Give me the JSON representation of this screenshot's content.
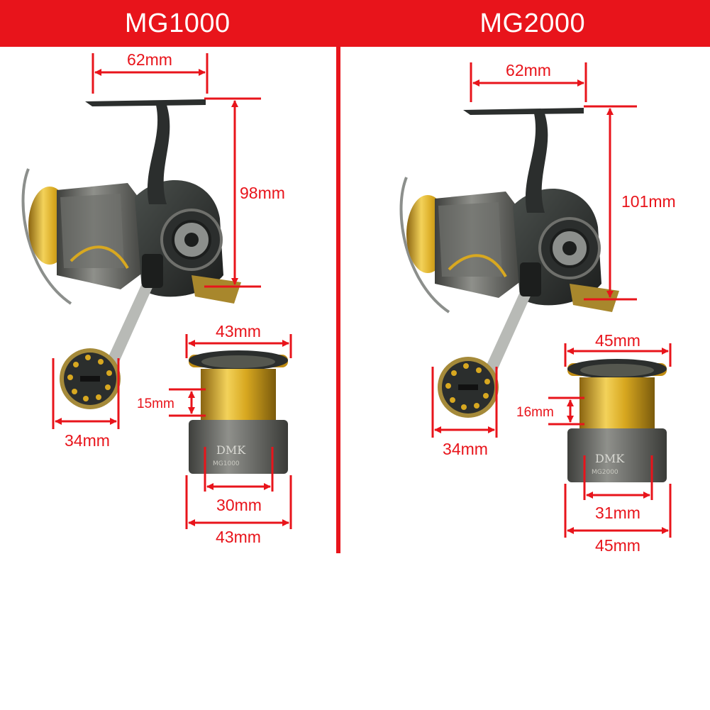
{
  "colors": {
    "accent_red": "#e8141b",
    "header_text": "#ffffff",
    "reel_dark": "#2b2e2d",
    "reel_gold": "#d8a820",
    "reel_silver": "#8c8f8c",
    "spool_gray": "#6f706c"
  },
  "panels": [
    {
      "model": "MG1000",
      "handle_width": "62mm",
      "reel_height": "98mm",
      "knob_width": "34mm",
      "spool_top_diameter": "43mm",
      "spool_lip_height": "15mm",
      "spool_inner_diameter": "30mm",
      "spool_bottom_diameter": "43mm",
      "spool_brand": "DMK",
      "spool_model_text": "MG1000"
    },
    {
      "model": "MG2000",
      "handle_width": "62mm",
      "reel_height": "101mm",
      "knob_width": "34mm",
      "spool_top_diameter": "45mm",
      "spool_lip_height": "16mm",
      "spool_inner_diameter": "31mm",
      "spool_bottom_diameter": "45mm",
      "spool_brand": "DMK",
      "spool_model_text": "MG2000"
    }
  ]
}
